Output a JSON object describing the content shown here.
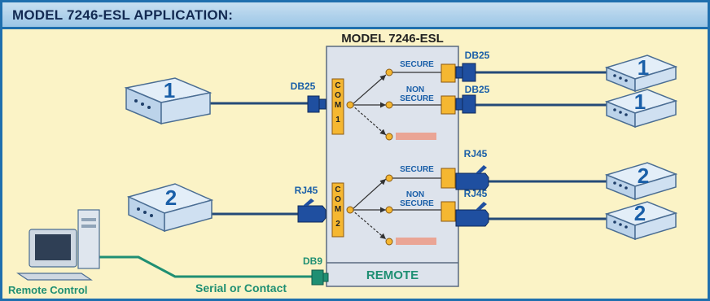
{
  "header": {
    "title": "MODEL 7246-ESL APPLICATION:"
  },
  "device": {
    "model_label": "MODEL 7246-ESL",
    "com1_label": "COM 1",
    "com2_label": "COM 2",
    "remote_label": "REMOTE"
  },
  "ports": {
    "com1_secure": "SECURE",
    "com1_non_line1": "NON",
    "com1_non_line2": "SECURE",
    "com2_secure": "SECURE",
    "com2_non_line1": "NON",
    "com2_non_line2": "SECURE"
  },
  "connectors": {
    "db25_left": "DB25",
    "db25_right_top": "DB25",
    "db25_right_bottom": "DB25",
    "rj45_left": "RJ45",
    "rj45_right_top": "RJ45",
    "rj45_right_bottom": "RJ45",
    "db9": "DB9"
  },
  "devices": {
    "left_1": "1",
    "left_2": "2",
    "right_1a": "1",
    "right_1b": "1",
    "right_2a": "2",
    "right_2b": "2"
  },
  "labels": {
    "remote_control": "Remote Control",
    "serial_contact": "Serial or Contact"
  },
  "colors": {
    "line": "#244a78",
    "green": "#1f8f73",
    "accent": "#1a5fa8",
    "background": "#fbf3c6"
  }
}
